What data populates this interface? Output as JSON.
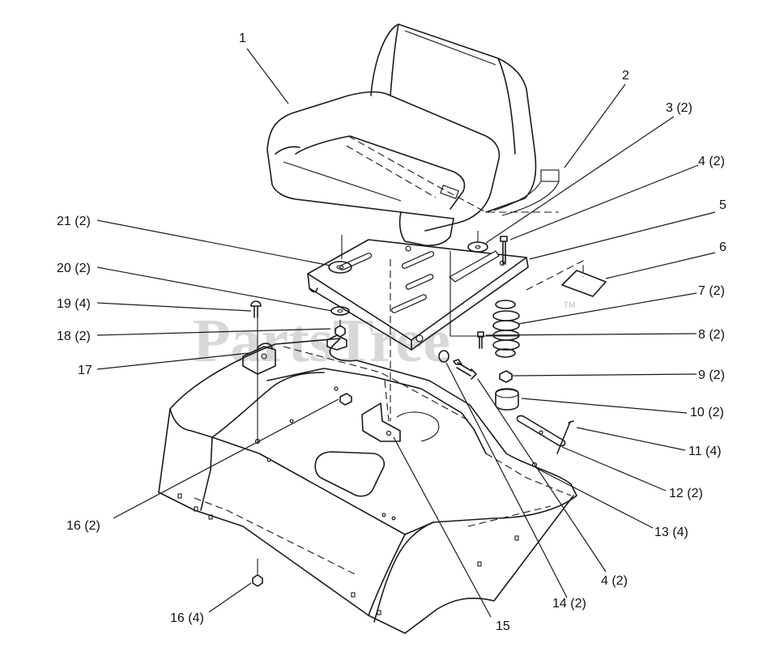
{
  "watermark": {
    "brand": "PartsTree",
    "trademark": "TM"
  },
  "callouts": {
    "c1": "1",
    "c2": "2",
    "c3": "3 (2)",
    "c4": "4 (2)",
    "c5": "5",
    "c6": "6",
    "c7": "7 (2)",
    "c8": "8 (2)",
    "c9": "9 (2)",
    "c10": "10 (2)",
    "c11": "11 (4)",
    "c12": "12 (2)",
    "c13": "13 (4)",
    "c4b": "4 (2)",
    "c14": "14 (2)",
    "c15": "15",
    "c16a": "16 (4)",
    "c16b": "16 (2)",
    "c17": "17",
    "c18": "18 (2)",
    "c19": "19 (4)",
    "c20": "20 (2)",
    "c21": "21 (2)"
  }
}
